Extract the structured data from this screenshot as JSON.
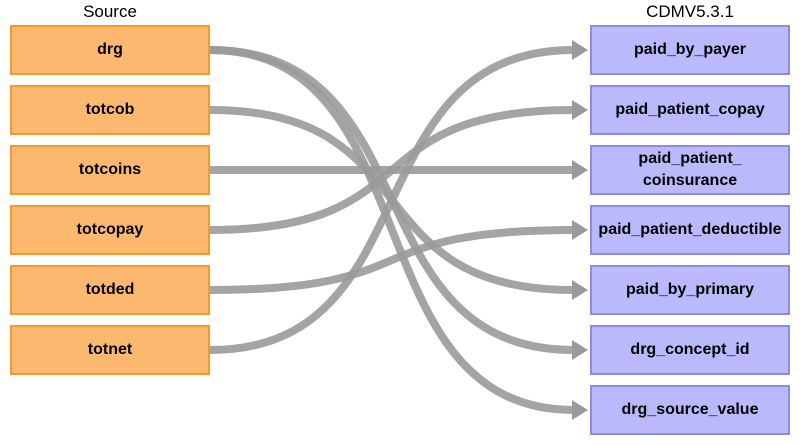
{
  "headers": {
    "source": "Source",
    "target": "CDMV5.3.1"
  },
  "colors": {
    "source_fill": "#fdb870",
    "source_border": "#f39a2e",
    "target_fill": "#b9b9fb",
    "target_border": "#8c8ce8",
    "arrow": "#9a9a9a"
  },
  "source_fields": [
    {
      "label": "drg"
    },
    {
      "label": "totcob"
    },
    {
      "label": "totcoins"
    },
    {
      "label": "totcopay"
    },
    {
      "label": "totded"
    },
    {
      "label": "totnet"
    }
  ],
  "target_fields": [
    {
      "label": "paid_by_payer"
    },
    {
      "label": "paid_patient_copay"
    },
    {
      "label": "paid_patient_\ncoinsurance"
    },
    {
      "label": "paid_patient_deductible"
    },
    {
      "label": "paid_by_primary"
    },
    {
      "label": "drg_concept_id"
    },
    {
      "label": "drg_source_value"
    }
  ],
  "mappings": [
    {
      "from": "drg",
      "to": "drg_concept_id"
    },
    {
      "from": "drg",
      "to": "drg_source_value"
    },
    {
      "from": "totcob",
      "to": "paid_by_primary"
    },
    {
      "from": "totcoins",
      "to": "paid_patient_\ncoinsurance"
    },
    {
      "from": "totcopay",
      "to": "paid_patient_copay"
    },
    {
      "from": "totded",
      "to": "paid_patient_deductible"
    },
    {
      "from": "totnet",
      "to": "paid_by_payer"
    }
  ]
}
